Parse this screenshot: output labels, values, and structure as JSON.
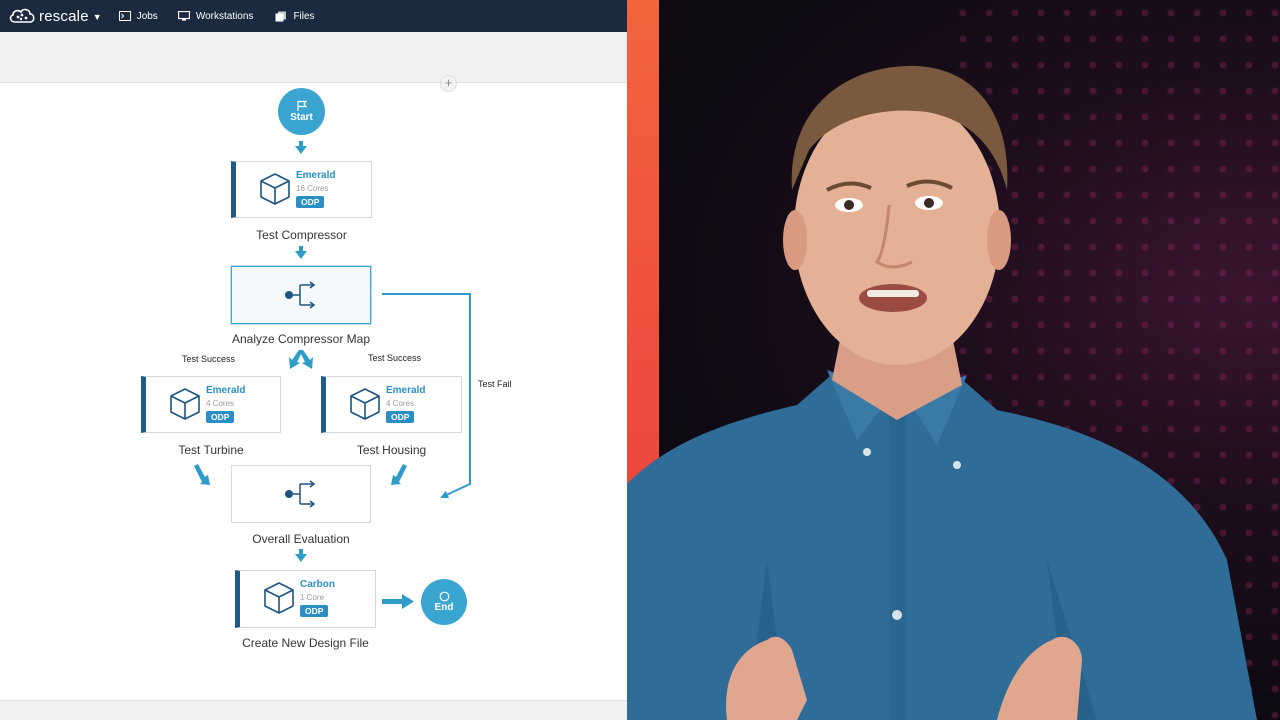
{
  "nav": {
    "brand": "rescale",
    "items": [
      {
        "label": "Jobs",
        "icon": "terminal-icon"
      },
      {
        "label": "Workstations",
        "icon": "monitor-icon"
      },
      {
        "label": "Files",
        "icon": "files-icon"
      }
    ]
  },
  "toolbar": {
    "add_label": "+"
  },
  "workflow": {
    "start": {
      "label": "Start",
      "icon": "flag-icon"
    },
    "end": {
      "label": "End",
      "icon": "circle-icon"
    },
    "jobs": [
      {
        "core": "Emerald",
        "cores": "16 Cores",
        "badge": "ODP",
        "label": "Test Compressor"
      },
      {
        "core": "Emerald",
        "cores": "4 Cores",
        "badge": "ODP",
        "label": "Test Turbine"
      },
      {
        "core": "Emerald",
        "cores": "4 Cores",
        "badge": "ODP",
        "label": "Test Housing"
      },
      {
        "core": "Carbon",
        "cores": "1 Core",
        "badge": "ODP",
        "label": "Create New Design File"
      }
    ],
    "decisions": [
      {
        "label": "Analyze Compressor Map"
      },
      {
        "label": "Overall Evaluation"
      }
    ],
    "branches": {
      "left": "Test Success",
      "right": "Test Success",
      "fail": "Test Fail"
    }
  },
  "colors": {
    "nav_bg": "#1b2a3f",
    "accent": "#3ba5d2",
    "card_border_left": "#205a86",
    "badge": "#2b8fc6"
  }
}
